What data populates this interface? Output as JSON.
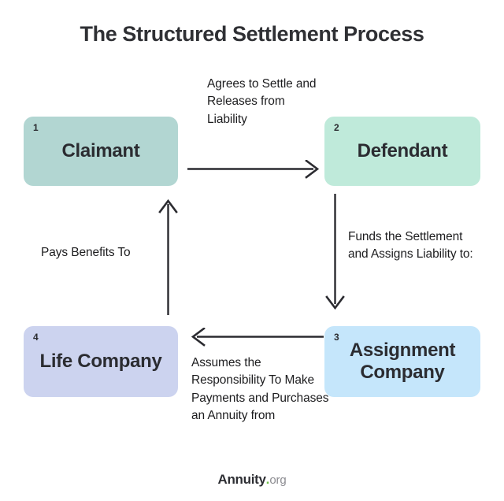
{
  "diagram": {
    "title": "The Structured Settlement Process",
    "nodes": [
      {
        "number": "1",
        "label": "Claimant",
        "color": "#b2d6d2"
      },
      {
        "number": "2",
        "label": "Defendant",
        "color": "#bfeada"
      },
      {
        "number": "3",
        "label": "Assignment\nCompany",
        "color": "#c5e6fb"
      },
      {
        "number": "4",
        "label": "Life Company",
        "color": "#ccd3ef"
      }
    ],
    "edges": [
      {
        "from": "Claimant",
        "to": "Defendant",
        "direction": "right",
        "label": "Agrees to Settle and Releases from Liability"
      },
      {
        "from": "Defendant",
        "to": "Assignment Company",
        "direction": "down",
        "label": "Funds the Settlement and Assigns Liability to:"
      },
      {
        "from": "Assignment Company",
        "to": "Life Company",
        "direction": "left",
        "label": "Assumes the Responsibility To Make Payments and Purchases an Annuity from"
      },
      {
        "from": "Life Company",
        "to": "Claimant",
        "direction": "up",
        "label": "Pays Benefits To"
      }
    ],
    "arrow_color": "#2b2b30"
  },
  "footer": {
    "brand": "Annuity",
    "dot": ".",
    "tld": "org",
    "dot_color": "#6fc04a"
  }
}
